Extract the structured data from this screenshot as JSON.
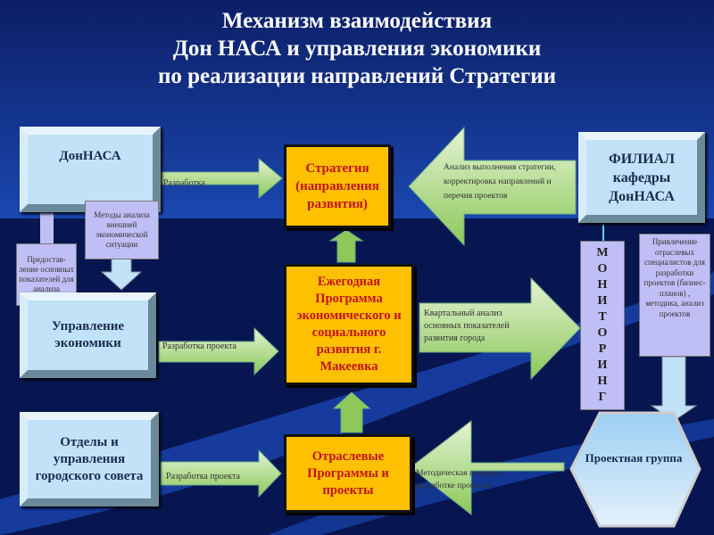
{
  "title": [
    "Механизм взаимодействия",
    "Дон НАСА и управления экономики",
    "по реализации направлений Стратегии"
  ],
  "boxes": {
    "donnasa": "ДонНАСА",
    "strategy": "Стратегия (направления развития)",
    "filial": [
      "ФИЛИАЛ",
      "кафедры",
      "ДонНАСА"
    ],
    "metody": "Методы анализа внешней экономической ситуации",
    "predost": "Предостав-ление основных показателей для анализа",
    "upravlenie": "Управление экономики",
    "annual": "Ежегодная Программа экономического и социального развития г. Макеевка",
    "monitoring": [
      "М",
      "О",
      "Н",
      "И",
      "Т",
      "О",
      "Р",
      "И",
      "Н",
      "Г"
    ],
    "privlechenie": "Привлечение отраслевых специалистов для разработки проектов (бизнес-планов) , методика, анализ проектов",
    "otdely": "Отделы и управления городского совета",
    "otraslevye": "Отраслевые Программы и проекты",
    "project_group": "Проектная группа"
  },
  "arrows": {
    "razrabotka": "Разработка",
    "analiz": "Анализ выполнения стратегии, корректировка направлений и перечня проектов",
    "razrabotka_proekta_1": "Разработка проекта",
    "kvartal": "Квартальный анализ основных показателей развития города",
    "razrabotka_proekta_2": "Разработка проекта",
    "metodich": "Методическая помощь в разработке проектов"
  },
  "colors": {
    "orange": "#ffc000",
    "red_text": "#c0141a",
    "arrow_green": "#a8d878"
  }
}
